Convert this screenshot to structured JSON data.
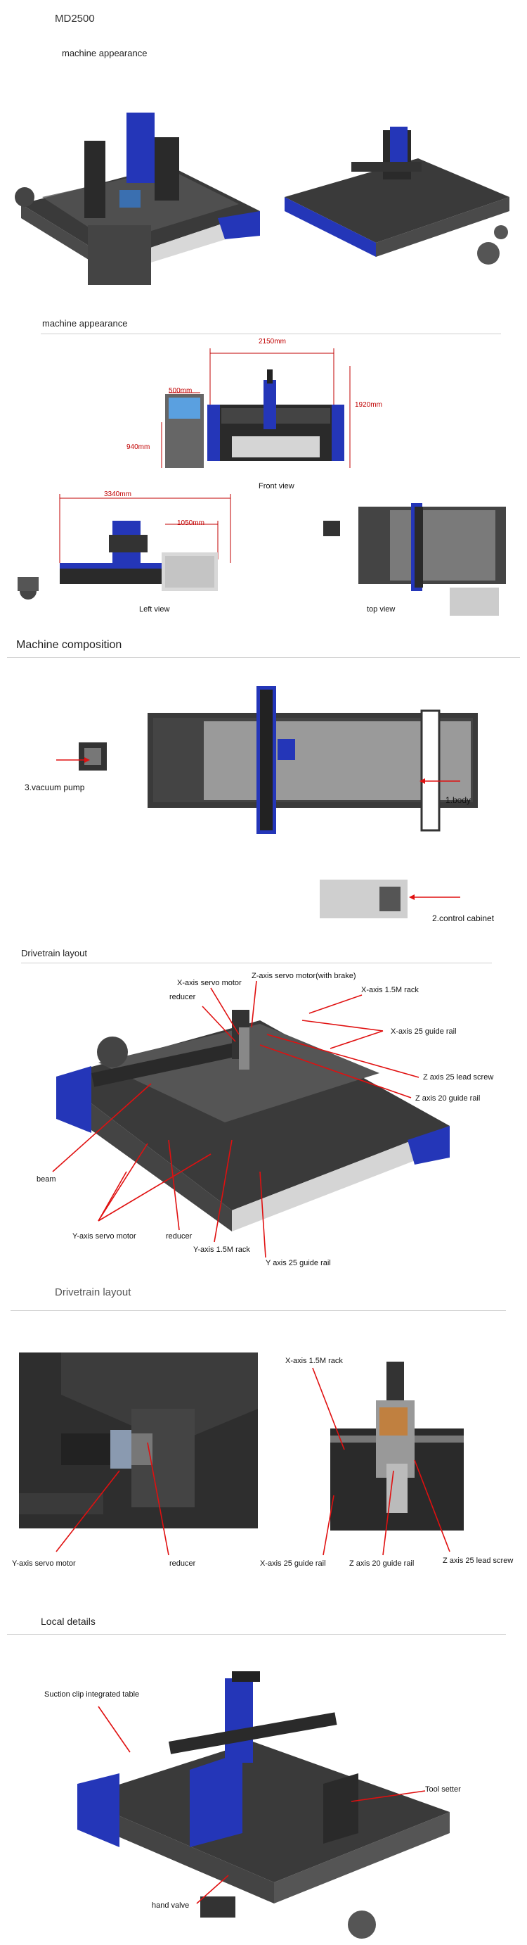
{
  "header": {
    "model": "MD2500"
  },
  "sections": {
    "appearance1": {
      "title": "machine appearance"
    },
    "appearance2": {
      "title": "machine appearance",
      "dims": {
        "width": "2150mm",
        "height": "1920mm",
        "cabinet_w": "500mm",
        "cabinet_h": "940mm",
        "length": "3340mm",
        "depth": "1050mm"
      },
      "views": {
        "front": "Front view",
        "left": "Left view",
        "top": "top view"
      }
    },
    "composition": {
      "title": "Machine composition",
      "labels": {
        "pump": "3.vacuum pump",
        "body": "1.body",
        "cabinet": "2.control cabinet"
      }
    },
    "drivetrain1": {
      "title": "Drivetrain layout",
      "labels": {
        "z_servo": "Z-axis servo motor(with brake)",
        "x_servo": "X-axis servo motor",
        "reducer_top": "reducer",
        "x_rack": "X-axis 1.5M rack",
        "x_rail": "X-axis 25 guide rail",
        "z_screw": "Z axis 25 lead screw",
        "z_rail": "Z axis 20 guide rail",
        "beam": "beam",
        "y_servo": "Y-axis servo motor",
        "reducer_bottom": "reducer",
        "y_rack": "Y-axis 1.5M rack",
        "y_rail": "Y axis 25 guide rail"
      }
    },
    "drivetrain2": {
      "title": "Drivetrain layout",
      "labels": {
        "x_rack": "X-axis 1.5M rack",
        "y_servo": "Y-axis servo motor",
        "reducer": "reducer",
        "x_rail": "X-axis 25 guide rail",
        "z_rail": "Z axis 20 guide rail",
        "z_screw": "Z axis 25 lead screw"
      }
    },
    "local": {
      "title": "Local details",
      "labels": {
        "suction": "Suction clip integrated table",
        "tool_setter": "Tool setter",
        "hand_valve": "hand valve"
      }
    }
  },
  "colors": {
    "machine_blue": "#2436b8",
    "machine_dark": "#2a2a2a",
    "annotation_red": "#e01010",
    "dimension_red": "#c00000"
  }
}
